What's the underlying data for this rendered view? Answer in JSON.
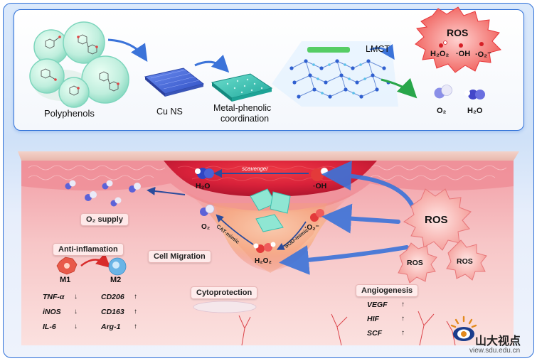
{
  "top_panel": {
    "polyphenols_label": "Polyphenols",
    "cu_ns_label": "Cu NS",
    "coordination_label_line1": "Metal-phenolic",
    "coordination_label_line2": "coordination",
    "lmct_label": "LMCT",
    "ros_burst": {
      "title": "ROS",
      "species": [
        "H₂O₂",
        "·OH",
        "·O₂⁻"
      ]
    },
    "products": [
      "O₂",
      "H₂O"
    ]
  },
  "bottom_panel": {
    "scavenger_label": "scavenger",
    "h2o_label": "H₂O",
    "oh_label": "·OH",
    "o2_supply_label": "O₂ supply",
    "o2_label": "O₂",
    "superoxide_label": "·O₂⁻",
    "h2o2_label": "H₂O₂",
    "cat_mimic_label": "CAT-mimic",
    "sod_mimic_label": "SOD-mimic",
    "ros_main_label": "ROS",
    "ros_small_labels": [
      "ROS",
      "ROS"
    ],
    "cell_migration_label": "Cell Migration",
    "cytoprotection_label": "Cytoprotection",
    "anti_inflammation": {
      "title": "Anti-inflamation",
      "m1_label": "M1",
      "m2_label": "M2",
      "left_markers": [
        {
          "name": "TNF-α",
          "arrow": "↓"
        },
        {
          "name": "iNOS",
          "arrow": "↓"
        },
        {
          "name": "IL-6",
          "arrow": "↓"
        }
      ],
      "right_markers": [
        {
          "name": "CD206",
          "arrow": "↑"
        },
        {
          "name": "CD163",
          "arrow": "↑"
        },
        {
          "name": "Arg-1",
          "arrow": "↑"
        }
      ]
    },
    "angiogenesis": {
      "title": "Angiogenesis",
      "markers": [
        {
          "name": "VEGF",
          "arrow": "↑"
        },
        {
          "name": "HIF",
          "arrow": "↑"
        },
        {
          "name": "SCF",
          "arrow": "↑"
        }
      ]
    }
  },
  "watermark": {
    "brand_text": "山大视点",
    "url_text": "view.sdu.edu.cn"
  },
  "colors": {
    "border_blue": "#2d6fd8",
    "arrow_blue": "#3b73d9",
    "ros_red": "#e8373b",
    "tissue_pink": "#f4b9bc",
    "cu_ns_blue": "#4d6fd6",
    "coordination_teal": "#35c3b4"
  }
}
